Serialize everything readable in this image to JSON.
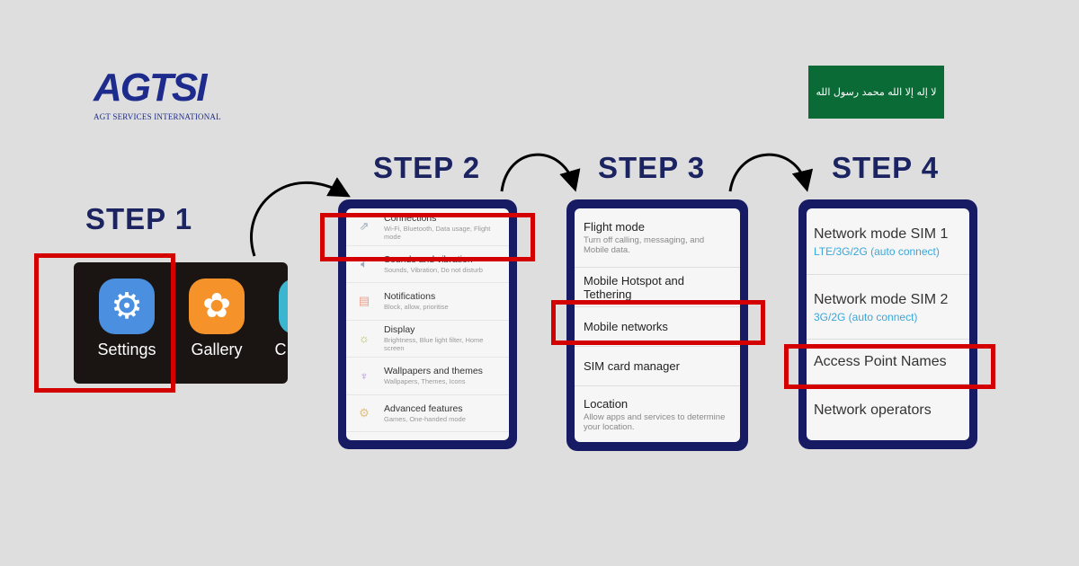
{
  "logo": {
    "name": "AGTSI",
    "tagline": "AGT SERVICES INTERNATIONAL"
  },
  "flag": {
    "text": "لا إله إلا الله محمد رسول الله",
    "color": "#0a6b36"
  },
  "steps": [
    "STEP 1",
    "STEP 2",
    "STEP 3",
    "STEP 4"
  ],
  "step1": {
    "apps": [
      {
        "label": "Settings",
        "icon": "gear-icon",
        "color": "#4a8fe0"
      },
      {
        "label": "Gallery",
        "icon": "flower-icon",
        "color": "#f5922a"
      },
      {
        "label": "C",
        "icon": "app-icon",
        "color": "#3bb5d0"
      }
    ]
  },
  "step2": {
    "items": [
      {
        "title": "Connections",
        "desc": "Wi-Fi, Bluetooth, Data usage, Flight mode",
        "icon": "connections-icon"
      },
      {
        "title": "Sounds and vibration",
        "desc": "Sounds, Vibration, Do not disturb",
        "icon": "speaker-icon"
      },
      {
        "title": "Notifications",
        "desc": "Block, allow, prioritise",
        "icon": "notifications-icon"
      },
      {
        "title": "Display",
        "desc": "Brightness, Blue light filter, Home screen",
        "icon": "display-icon"
      },
      {
        "title": "Wallpapers and themes",
        "desc": "Wallpapers, Themes, Icons",
        "icon": "brush-icon"
      },
      {
        "title": "Advanced features",
        "desc": "Games, One-handed mode",
        "icon": "advanced-gear-icon"
      }
    ]
  },
  "step3": {
    "items": [
      {
        "title": "Flight mode",
        "desc": "Turn off calling, messaging, and Mobile data."
      },
      {
        "title": "Mobile Hotspot and Tethering",
        "desc": ""
      },
      {
        "title": "Mobile networks",
        "desc": ""
      },
      {
        "title": "SIM card manager",
        "desc": ""
      },
      {
        "title": "Location",
        "desc": "Allow apps and services to determine your location."
      }
    ]
  },
  "step4": {
    "items": [
      {
        "title": "Network mode SIM 1",
        "desc": "LTE/3G/2G (auto connect)"
      },
      {
        "title": "Network mode SIM 2",
        "desc": "3G/2G (auto connect)"
      },
      {
        "title": "Access Point Names",
        "desc": ""
      },
      {
        "title": "Network operators",
        "desc": ""
      }
    ]
  },
  "colors": {
    "highlight": "#d40000",
    "navy": "#1b2461",
    "frame": "#161b63"
  }
}
